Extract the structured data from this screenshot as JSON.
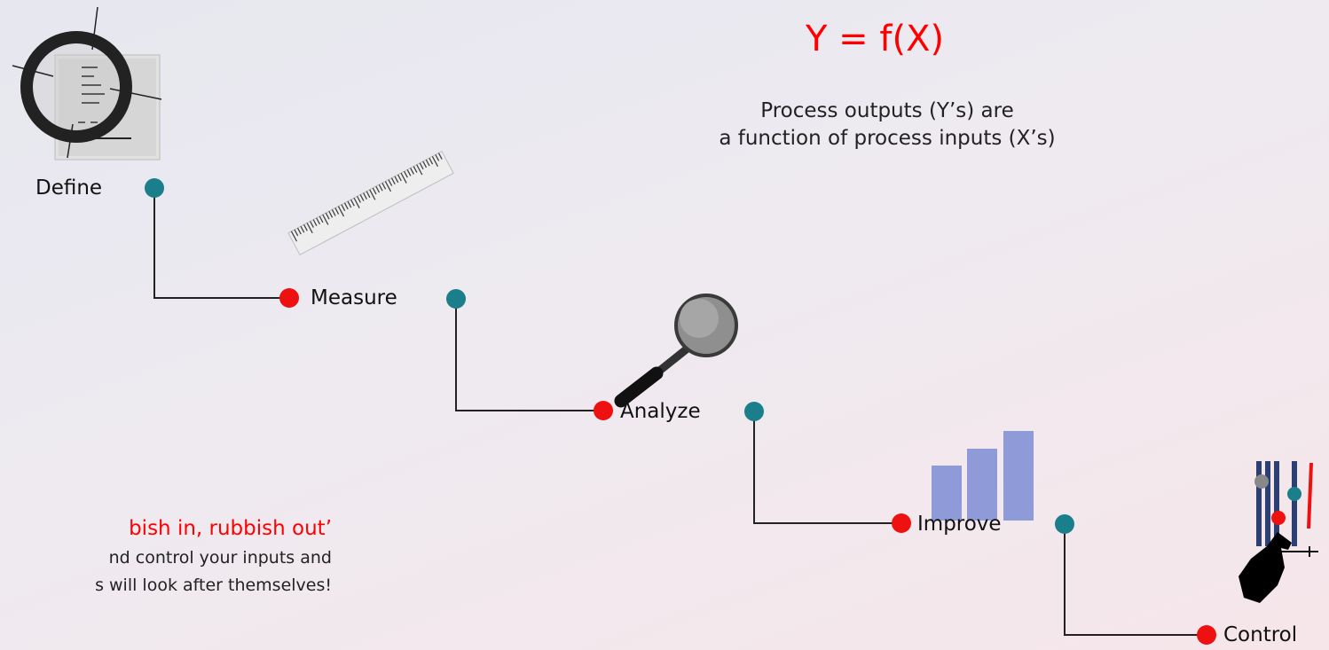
{
  "formula": {
    "equation": "Y = f(X)",
    "description_line1": "Process outputs (Y’s) are",
    "description_line2": "a function of process inputs (X’s)"
  },
  "quote": {
    "title": "bish in, rubbish out’",
    "line1": "nd control your inputs and",
    "line2": "s will look after themselves!"
  },
  "stages": [
    {
      "label": "Define",
      "icon": "document-target-icon"
    },
    {
      "label": "Measure",
      "icon": "ruler-icon"
    },
    {
      "label": "Analyze",
      "icon": "magnifying-glass-icon"
    },
    {
      "label": "Improve",
      "icon": "bar-chart-icon"
    },
    {
      "label": "Control",
      "icon": "control-sliders-hand-icon"
    }
  ],
  "colors": {
    "connector_dot": "#1a7f8a",
    "entry_dot": "#ee1111",
    "line": "#222222",
    "accent_text": "#ff0000",
    "bars": "#8f9bd9"
  }
}
